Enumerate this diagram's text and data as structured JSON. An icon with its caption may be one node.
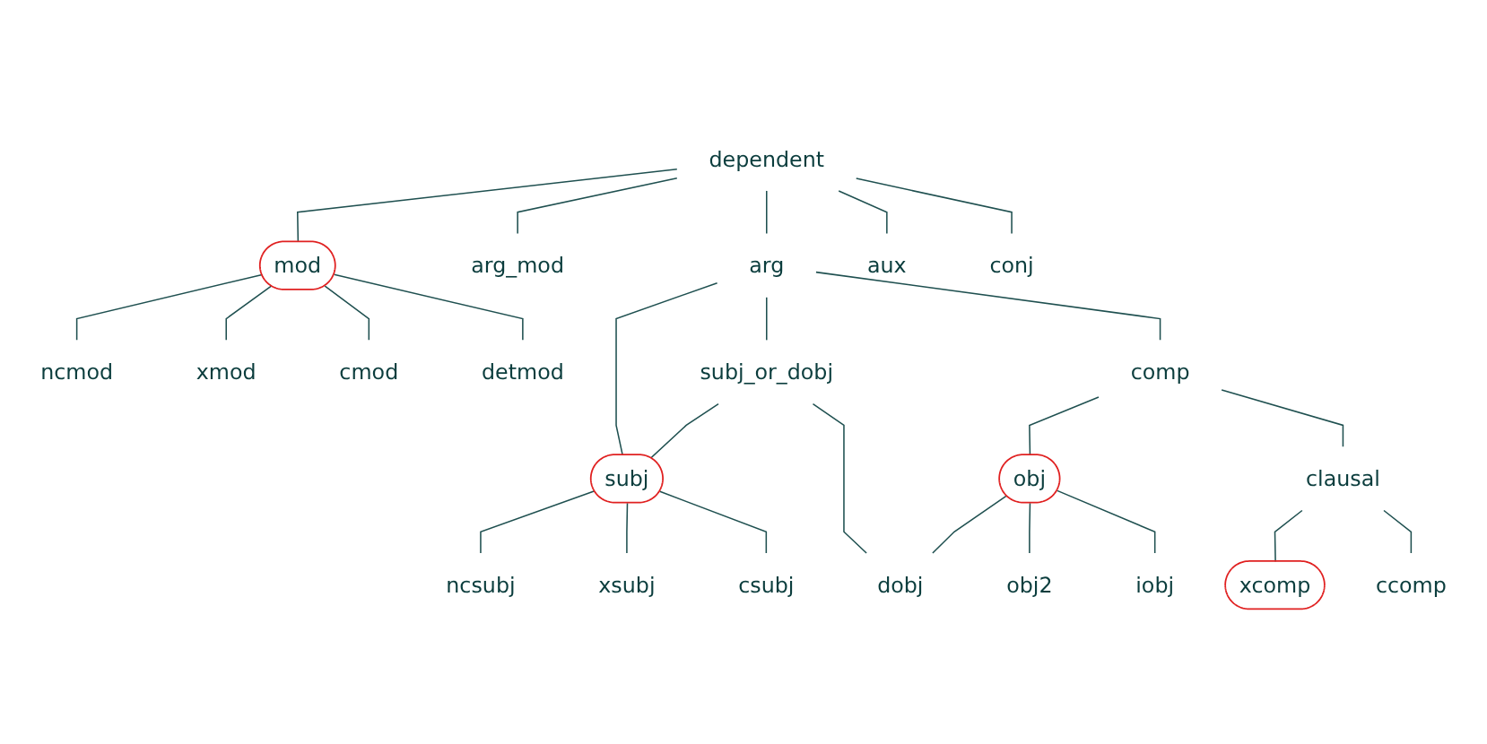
{
  "diagram": {
    "nodes": [
      {
        "text": [
          "dependent"
        ]
      },
      {
        "text": [
          "mod"
        ]
      },
      {
        "text": [
          "arg_mod"
        ]
      },
      {
        "text": [
          "arg"
        ]
      },
      {
        "text": [
          "aux"
        ]
      },
      {
        "text": [
          "conj"
        ]
      },
      {
        "text": [
          "ncmod"
        ]
      },
      {
        "text": [
          "xmod"
        ]
      },
      {
        "text": [
          "cmod"
        ]
      },
      {
        "text": [
          "detmod"
        ]
      },
      {
        "text": [
          "subj_or_dobj"
        ]
      },
      {
        "text": [
          "subj"
        ]
      },
      {
        "text": [
          "comp"
        ]
      },
      {
        "text": [
          "ncsubj"
        ]
      },
      {
        "text": [
          "xsubj"
        ]
      },
      {
        "text": [
          "csubj"
        ]
      },
      {
        "text": [
          "obj"
        ]
      },
      {
        "text": [
          "clausal"
        ]
      },
      {
        "text": [
          "dobj"
        ]
      },
      {
        "text": [
          "obj2"
        ]
      },
      {
        "text": [
          "iobj"
        ]
      },
      {
        "text": [
          "xcomp"
        ]
      },
      {
        "text": [
          "ccomp"
        ]
      }
    ],
    "edges": [
      {
        "from": 0,
        "to": 1,
        "arrow": "none"
      },
      {
        "from": 0,
        "to": 2,
        "arrow": "none"
      },
      {
        "from": 0,
        "to": 3,
        "arrow": "none"
      },
      {
        "from": 0,
        "to": 4,
        "arrow": "none"
      },
      {
        "from": 0,
        "to": 5,
        "arrow": "none"
      },
      {
        "from": 1,
        "to": 6,
        "arrow": "none"
      },
      {
        "from": 1,
        "to": 7,
        "arrow": "none"
      },
      {
        "from": 1,
        "to": 8,
        "arrow": "none"
      },
      {
        "from": 1,
        "to": 9,
        "arrow": "none"
      },
      {
        "from": 3,
        "to": 11,
        "arrow": "none"
      },
      {
        "from": 3,
        "to": 10,
        "arrow": "none"
      },
      {
        "from": 3,
        "to": 12,
        "arrow": "none"
      },
      {
        "from": 10,
        "to": 11,
        "arrow": "none"
      },
      {
        "from": 10,
        "to": 18,
        "arrow": "none"
      },
      {
        "from": 11,
        "to": 13,
        "arrow": "none"
      },
      {
        "from": 11,
        "to": 14,
        "arrow": "none"
      },
      {
        "from": 11,
        "to": 15,
        "arrow": "none"
      },
      {
        "from": 12,
        "to": 16,
        "arrow": "none"
      },
      {
        "from": 12,
        "to": 17,
        "arrow": "none"
      },
      {
        "from": 16,
        "to": 18,
        "arrow": "none"
      },
      {
        "from": 16,
        "to": 19,
        "arrow": "none"
      },
      {
        "from": 16,
        "to": 20,
        "arrow": "none"
      },
      {
        "from": 17,
        "to": 21,
        "arrow": "none"
      },
      {
        "from": 17,
        "to": 22,
        "arrow": "none"
      }
    ]
  }
}
